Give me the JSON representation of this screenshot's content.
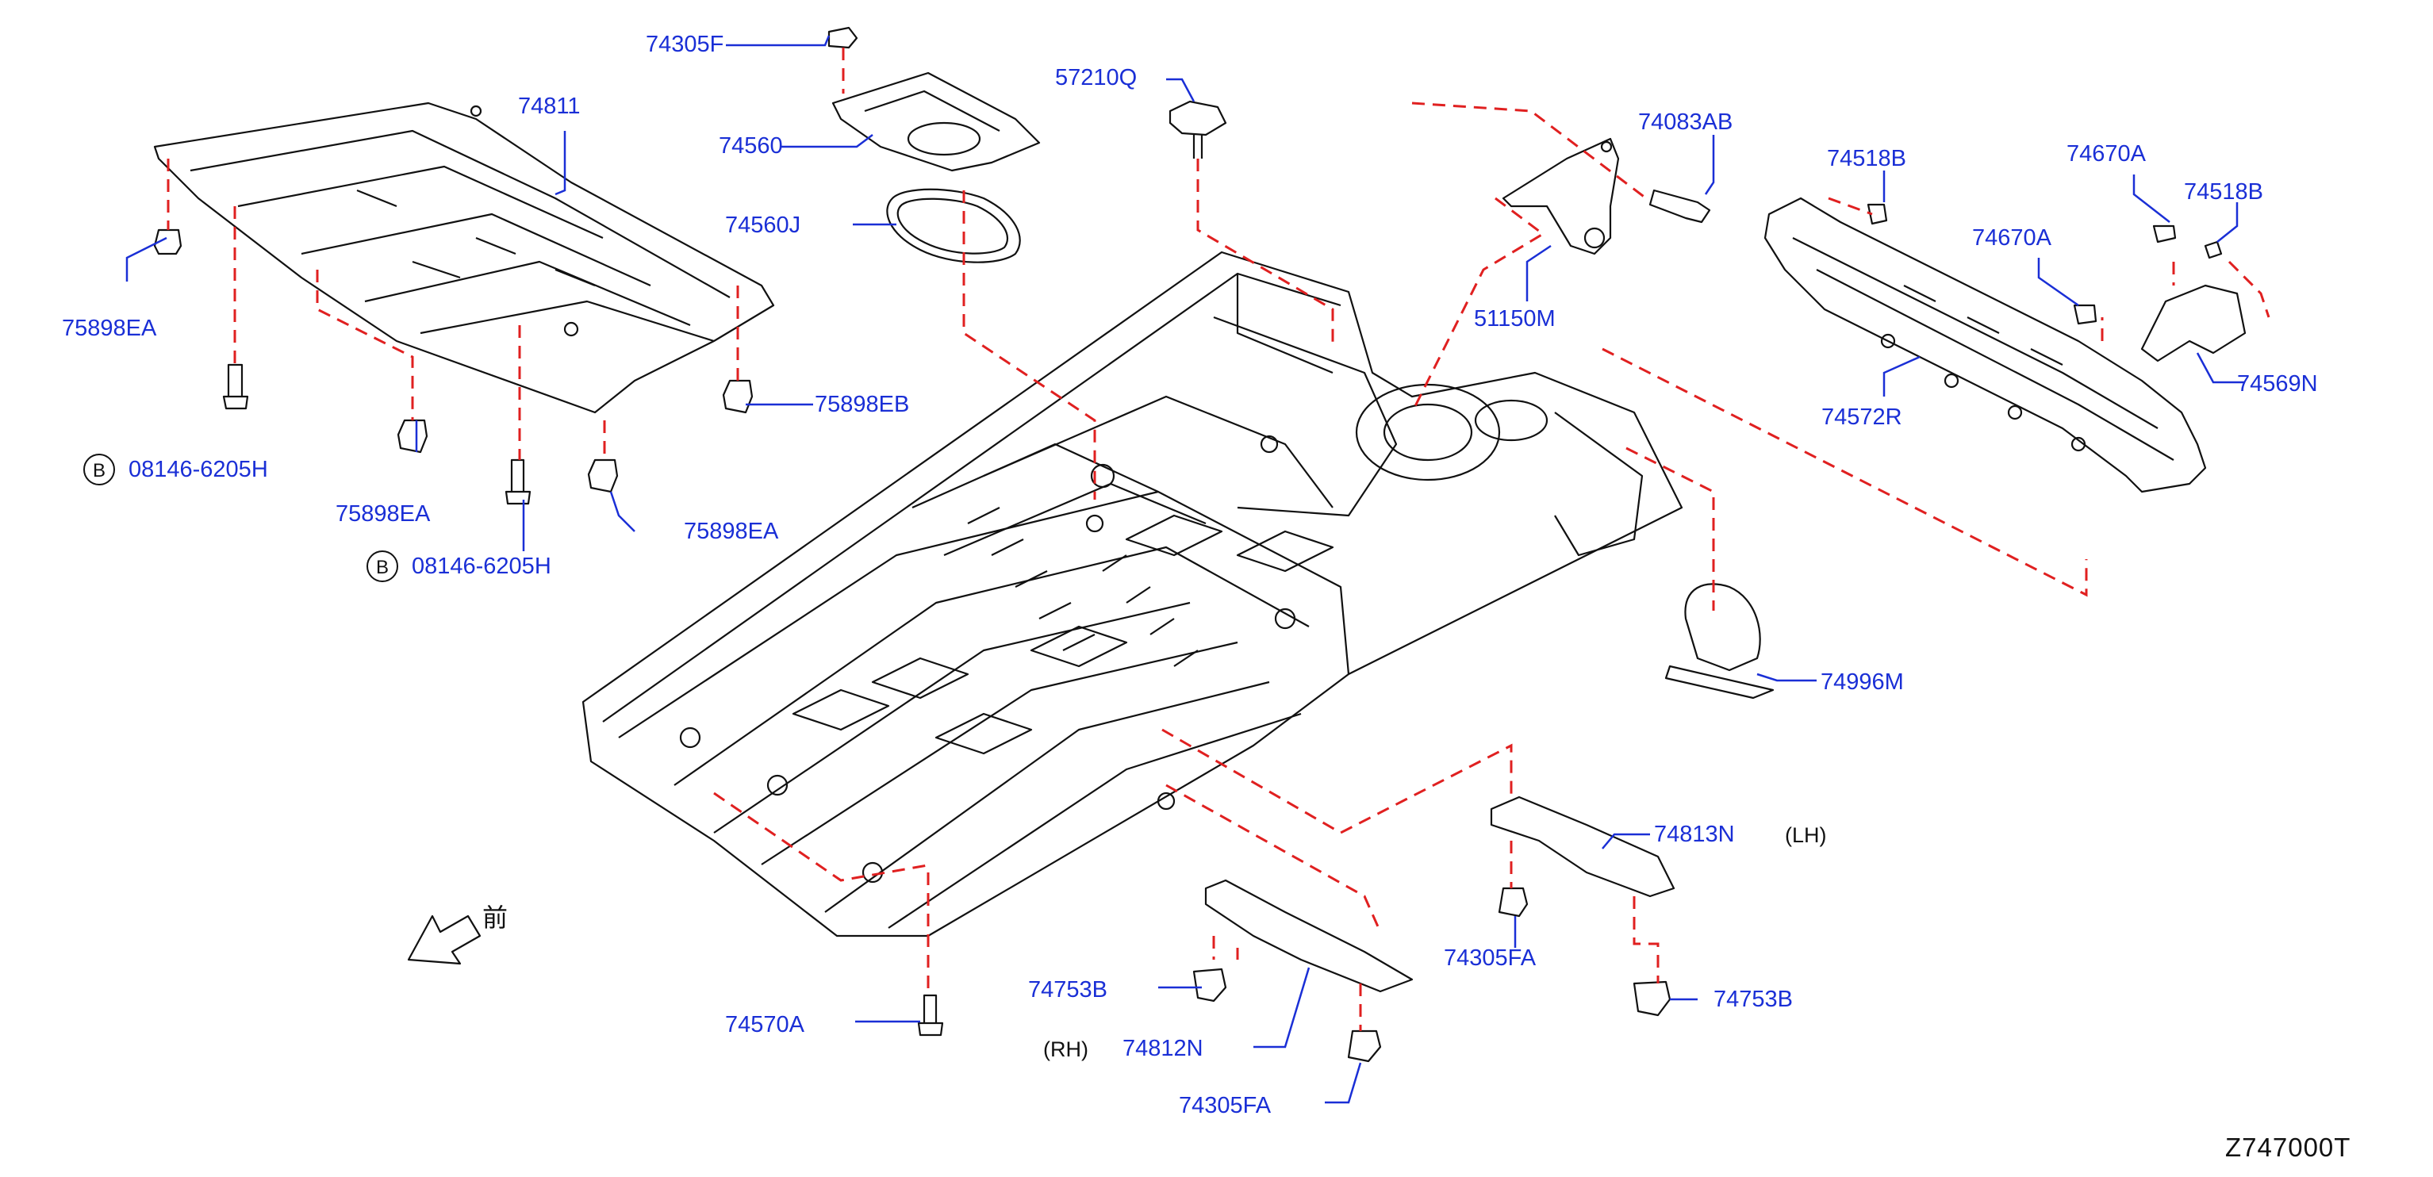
{
  "labels": {
    "p74305F": "74305F",
    "p74560": "74560",
    "p74560J": "74560J",
    "p57210Q": "57210Q",
    "p74811": "74811",
    "p75898EA_a": "75898EA",
    "p75898EA_b": "75898EA",
    "p75898EA_c": "75898EA",
    "p75898EB": "75898EB",
    "p08146_a": "08146-6205H",
    "p08146_b": "08146-6205H",
    "p74083AB": "74083AB",
    "p51150M": "51150M",
    "p74518B_a": "74518B",
    "p74518B_b": "74518B",
    "p74670A_a": "74670A",
    "p74670A_b": "74670A",
    "p74569N": "74569N",
    "p74572R": "74572R",
    "p74996M": "74996M",
    "p74813N": "74813N",
    "p74305FA_a": "74305FA",
    "p74305FA_b": "74305FA",
    "p74753B_a": "74753B",
    "p74753B_b": "74753B",
    "p74812N": "74812N",
    "p74570A": "74570A",
    "lh": "(LH)",
    "rh": "(RH)",
    "circle_b1": "B",
    "circle_b2": "B",
    "front": "前",
    "drawing_code": "Z747000T"
  },
  "colors": {
    "label": "#1a2fd6",
    "leader": "#1a2fd6",
    "dash": "#e02020",
    "line": "#111111"
  }
}
